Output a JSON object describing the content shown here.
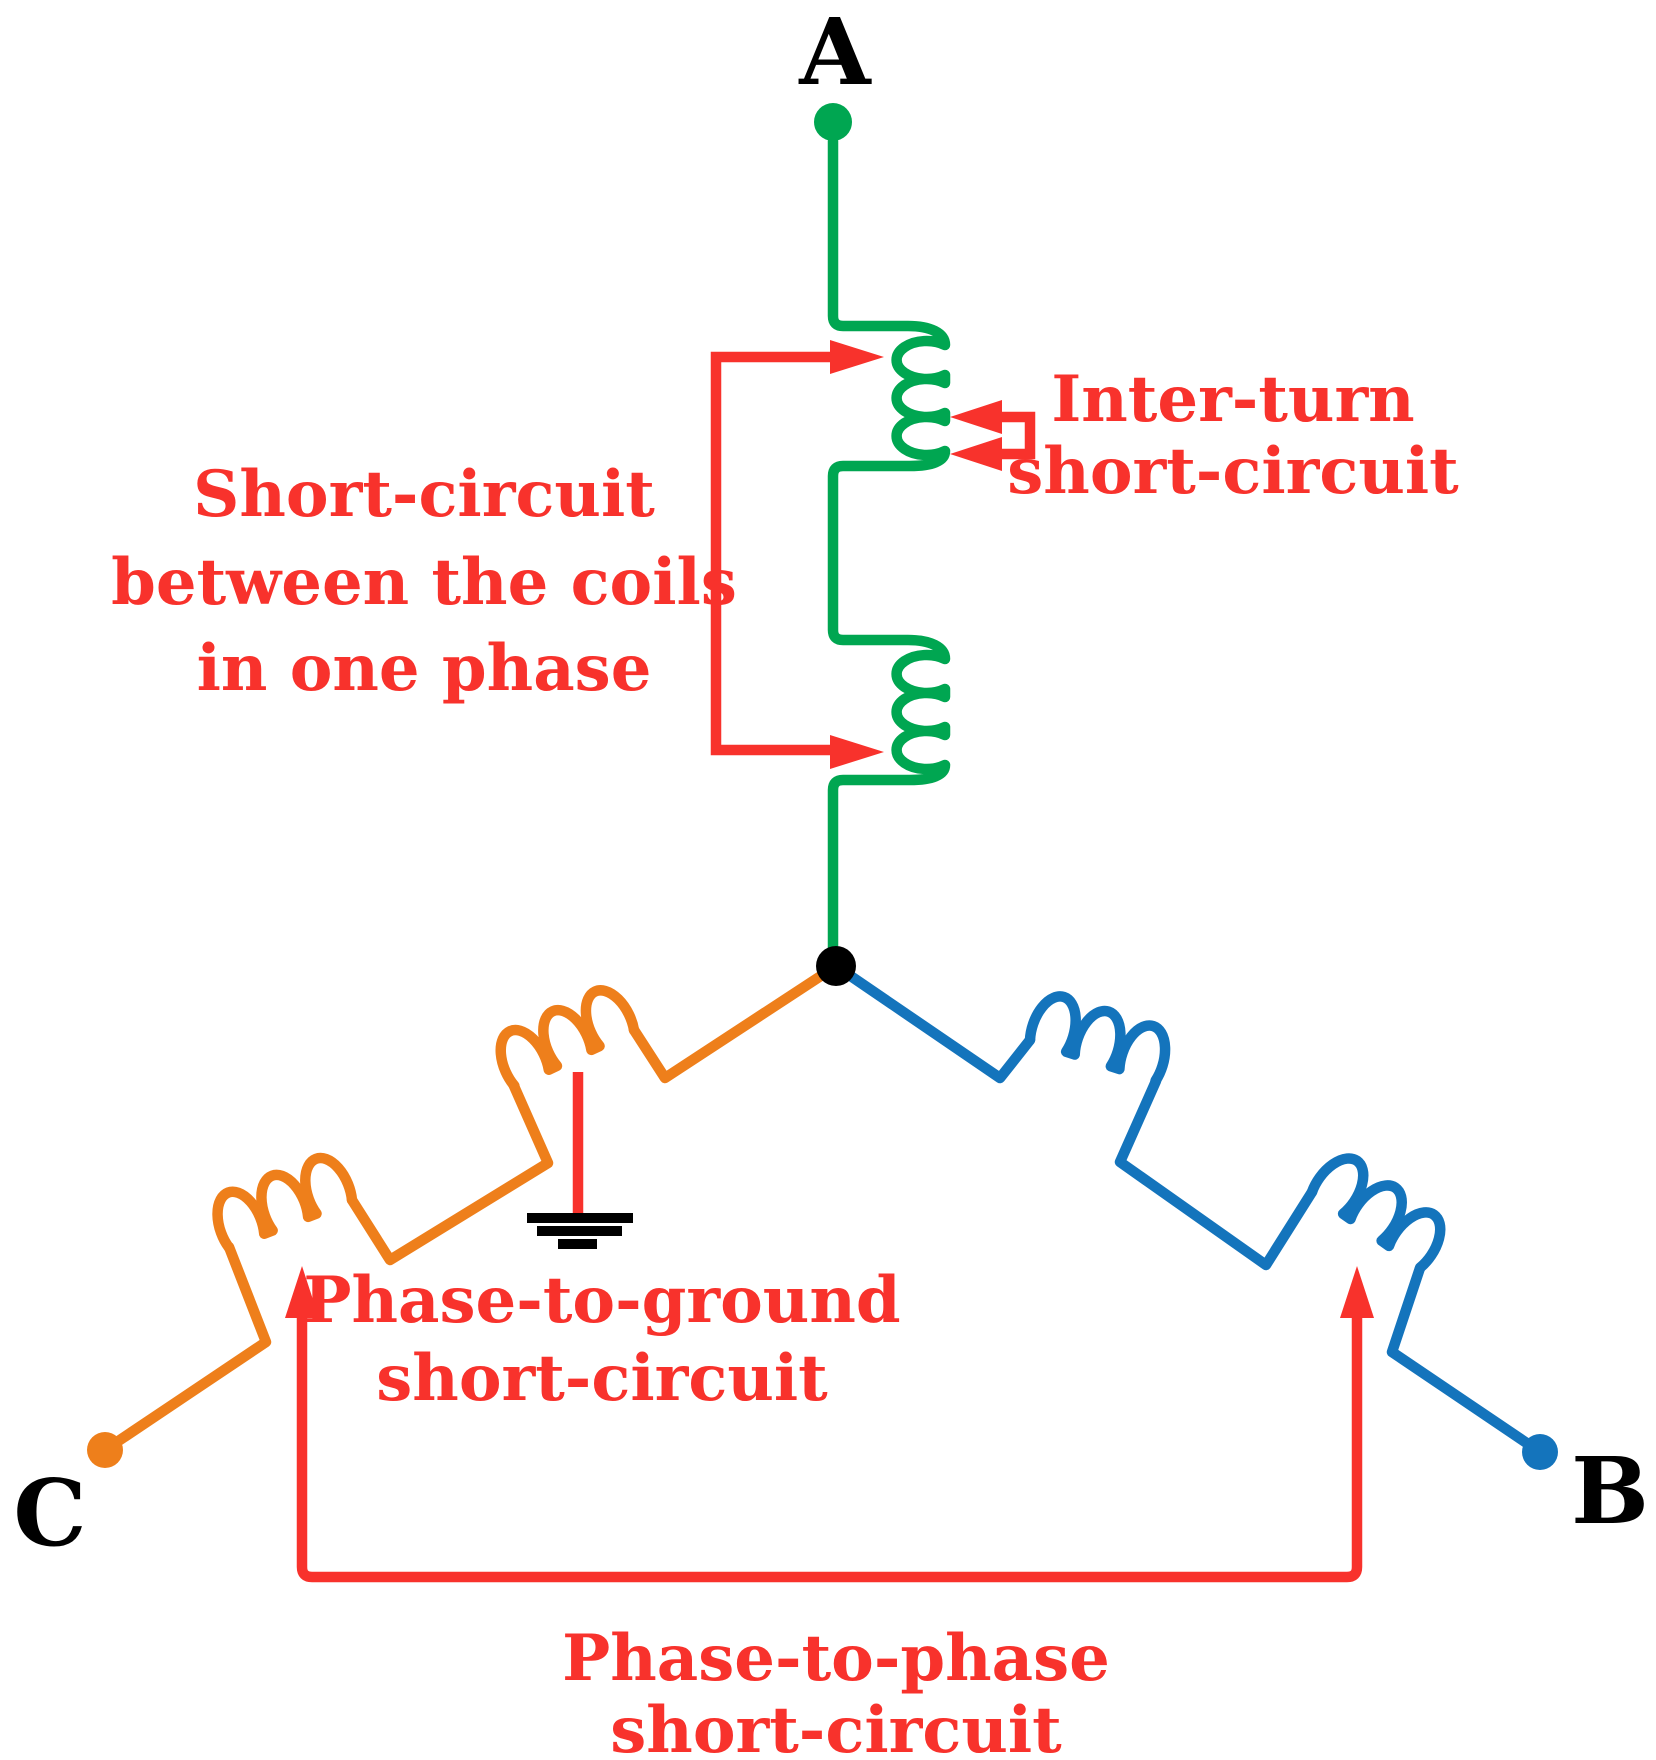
{
  "diagram": {
    "description": "Three-phase star-connected stator winding with short-circuit fault types",
    "terminals": {
      "a": {
        "label": "A"
      },
      "b": {
        "label": "B"
      },
      "c": {
        "label": "C"
      }
    },
    "annotations": {
      "between_coils": {
        "line1": "Short-circuit",
        "line2": "between the coils",
        "line3": "in one phase"
      },
      "inter_turn": {
        "line1": "Inter-turn",
        "line2": "short-circuit"
      },
      "phase_to_ground": {
        "line1": "Phase-to-ground",
        "line2": "short-circuit"
      },
      "phase_to_phase": {
        "line1": "Phase-to-phase",
        "line2": "short-circuit"
      }
    }
  },
  "colors": {
    "phase_a": "#00A651",
    "phase_b": "#1474BC",
    "phase_c": "#EE7F1B",
    "fault": "#F8322C",
    "neutral": "#000000",
    "background": "#FFFFFF"
  }
}
